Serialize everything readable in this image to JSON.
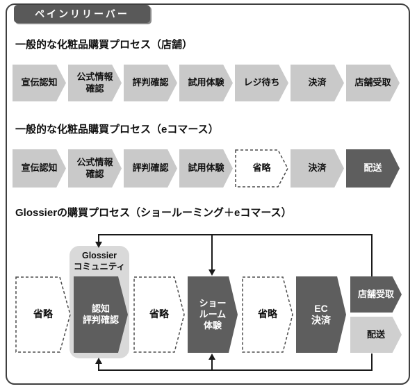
{
  "badge": {
    "label": "ペインリリーバー"
  },
  "colors": {
    "dark_fill": "#5e5e5e",
    "light_fill": "#c9c9c9",
    "delivery_light_fill": "#cfcfcf",
    "community_fill": "#d9d9d9",
    "line": "#1a1a1a",
    "badge_bg": "#595959"
  },
  "sections": [
    {
      "heading": "一般的な化粧品購買プロセス（店舗）",
      "steps": [
        {
          "label": "宣伝認知"
        },
        {
          "label": "公式情報\n確認"
        },
        {
          "label": "評判確認"
        },
        {
          "label": "試用体験"
        },
        {
          "label": "レジ待ち"
        },
        {
          "label": "決済"
        },
        {
          "label": "店舗受取"
        }
      ]
    },
    {
      "heading": "一般的な化粧品購買プロセス（eコマース）",
      "steps": [
        {
          "label": "宣伝認知"
        },
        {
          "label": "公式情報\n確認"
        },
        {
          "label": "評判確認"
        },
        {
          "label": "試用体験"
        },
        {
          "label": "省略"
        },
        {
          "label": "決済"
        },
        {
          "label": "配送"
        }
      ]
    },
    {
      "heading": "Glossierの購買プロセス（ショールーミング＋eコマース）",
      "community_label": "Glossier\nコミュニティ",
      "steps": [
        {
          "label": "省略"
        },
        {
          "label": "認知\n評判確認"
        },
        {
          "label": "省略"
        },
        {
          "label": "ショー\nルーム\n体験"
        },
        {
          "label": "省略"
        },
        {
          "label": "EC\n決済"
        },
        {
          "label": "店舗受取"
        },
        {
          "label": "配送"
        }
      ]
    }
  ]
}
